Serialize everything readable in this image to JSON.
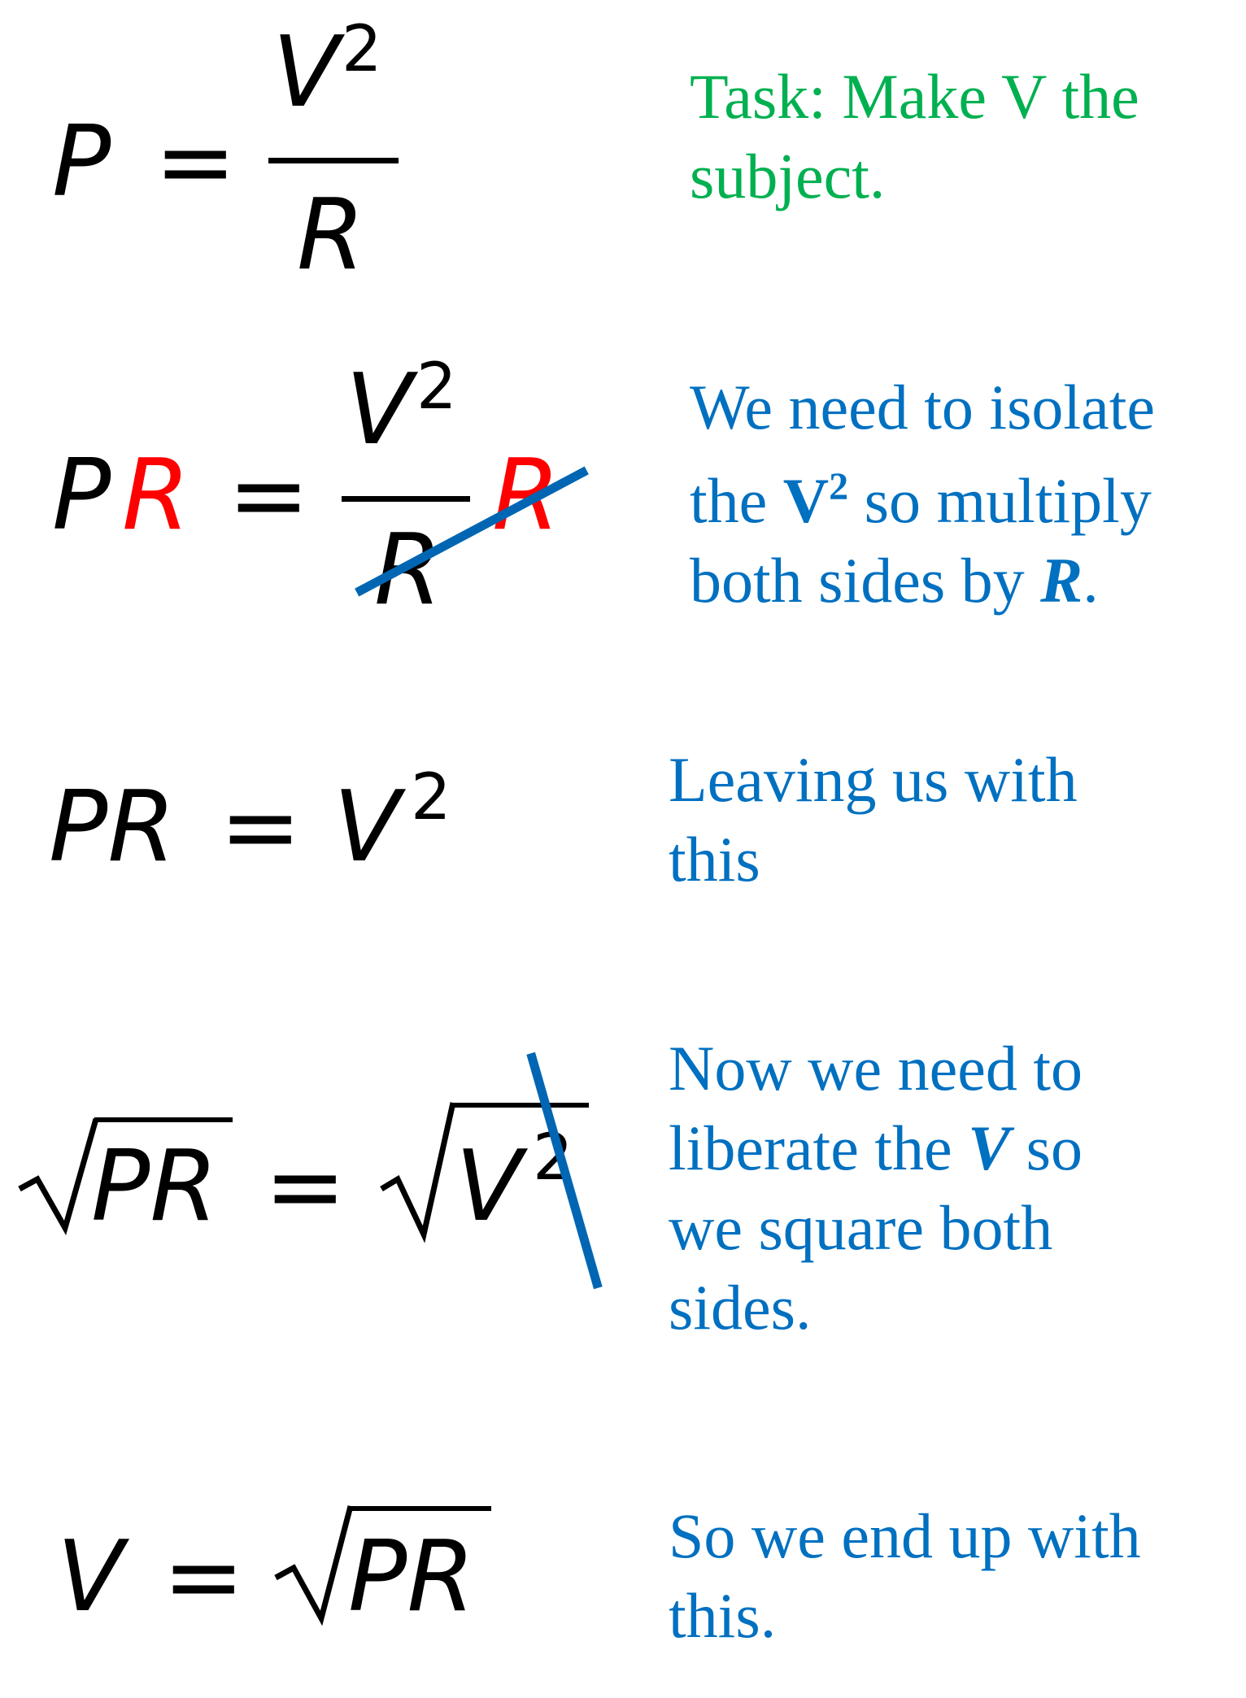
{
  "steps": [
    {
      "equation": {
        "lhs": "P",
        "equals": "=",
        "numerator": "V",
        "exponent": "2",
        "denominator": "R"
      },
      "note": {
        "lines": [
          "Task: Make V the",
          "subject."
        ],
        "color": "#00b050"
      }
    },
    {
      "equation": {
        "lhs_a": "P",
        "lhs_b": "R",
        "equals": "=",
        "numerator": "V",
        "exponent": "2",
        "denominator": "R",
        "multiplier": "R"
      },
      "note": {
        "line1": "We need to isolate",
        "line2_a": "the ",
        "line2_var": "V",
        "line2_exp": "2",
        "line2_b": " so multiply",
        "line3_a": "both sides by ",
        "line3_var": "R",
        "line3_b": "."
      }
    },
    {
      "equation": {
        "lhs": "PR",
        "equals": "=",
        "rhs": "V",
        "exponent": "2"
      },
      "note": {
        "lines": [
          "Leaving us with",
          "this"
        ]
      }
    },
    {
      "equation": {
        "lhs_radicand": "PR",
        "equals": "=",
        "rhs_radicand": "V",
        "exponent": "2"
      },
      "note": {
        "line1": "Now we need to",
        "line2_a": "liberate the ",
        "line2_var": "V",
        "line2_b": " so",
        "line3": "we square both",
        "line4": "sides."
      }
    },
    {
      "equation": {
        "lhs": "V",
        "equals": "=",
        "rhs_radicand": "PR"
      },
      "note": {
        "lines": [
          "So we end up with",
          "this."
        ]
      }
    }
  ],
  "colors": {
    "text": "#000000",
    "highlight": "#ff0000",
    "strike": "#0066b3",
    "note": "#0070c0",
    "task": "#00b050"
  }
}
